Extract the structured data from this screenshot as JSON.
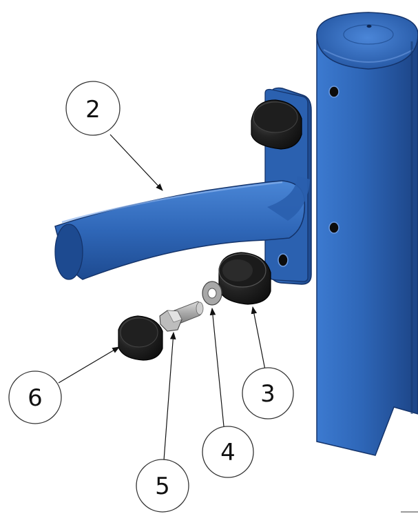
{
  "callouts": [
    {
      "id": "2",
      "label": "2"
    },
    {
      "id": "3",
      "label": "3"
    },
    {
      "id": "4",
      "label": "4"
    },
    {
      "id": "5",
      "label": "5"
    },
    {
      "id": "6",
      "label": "6"
    }
  ],
  "colors": {
    "part_blue": "#2f67b8",
    "part_blue_dark": "#1b4789",
    "part_blue_light": "#5a8fd8",
    "rubber": "#1a1a1a",
    "metal": "#b8b8b8"
  },
  "icons": {
    "post": "vertical-post-icon",
    "arm": "curved-arm-icon",
    "cap": "rubber-cap-icon",
    "bolt": "hex-bolt-icon",
    "washer": "washer-icon"
  }
}
